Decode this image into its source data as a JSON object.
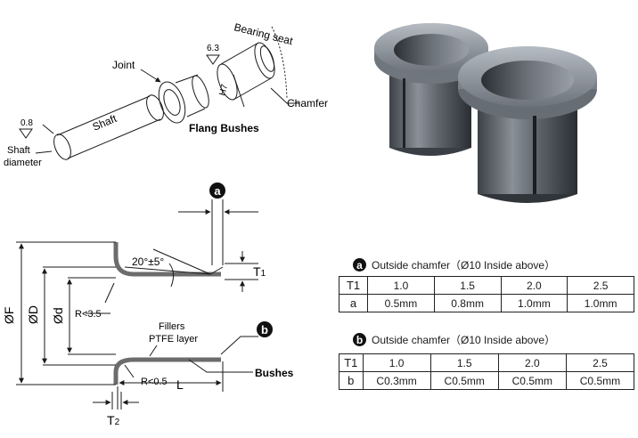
{
  "exploded_view": {
    "shaft_label": "Shaft",
    "shaft_roughness": "0.8",
    "shaft_diameter_label": "Shaft\ndiameter",
    "joint_label": "Joint",
    "bush_label": "Flang Bushes",
    "seat_label": "Bearing seat",
    "seat_roughness": "6.3",
    "seat_tolerance": "H7",
    "chamfer_label": "Chamfer"
  },
  "section_view": {
    "marker_a": "a",
    "marker_b": "b",
    "angle_label": "20°±5°",
    "t1_label": "T1",
    "t2_label": "T2",
    "of_label": "ØF",
    "od_label": "ØD",
    "odi_label": "Ød",
    "r35_label": "R<3.5",
    "r05_label": "R<0.5",
    "fillers_label": "Fillers",
    "ptfe_label": "PTFE layer",
    "bushes_label": "Bushes",
    "l_label": "L"
  },
  "table_a": {
    "badge": "a",
    "caption": "Outside chamfer（Ø10 Inside above）",
    "header": [
      "T1",
      "1.0",
      "1.5",
      "2.0",
      "2.5"
    ],
    "row": [
      "a",
      "0.5mm",
      "0.8mm",
      "1.0mm",
      "1.0mm"
    ]
  },
  "table_b": {
    "badge": "b",
    "caption": "Outside chamfer（Ø10 Inside above）",
    "header": [
      "T1",
      "1.0",
      "1.5",
      "2.0",
      "2.5"
    ],
    "row": [
      "b",
      "C0.3mm",
      "C0.5mm",
      "C0.5mm",
      "C0.5mm"
    ]
  }
}
